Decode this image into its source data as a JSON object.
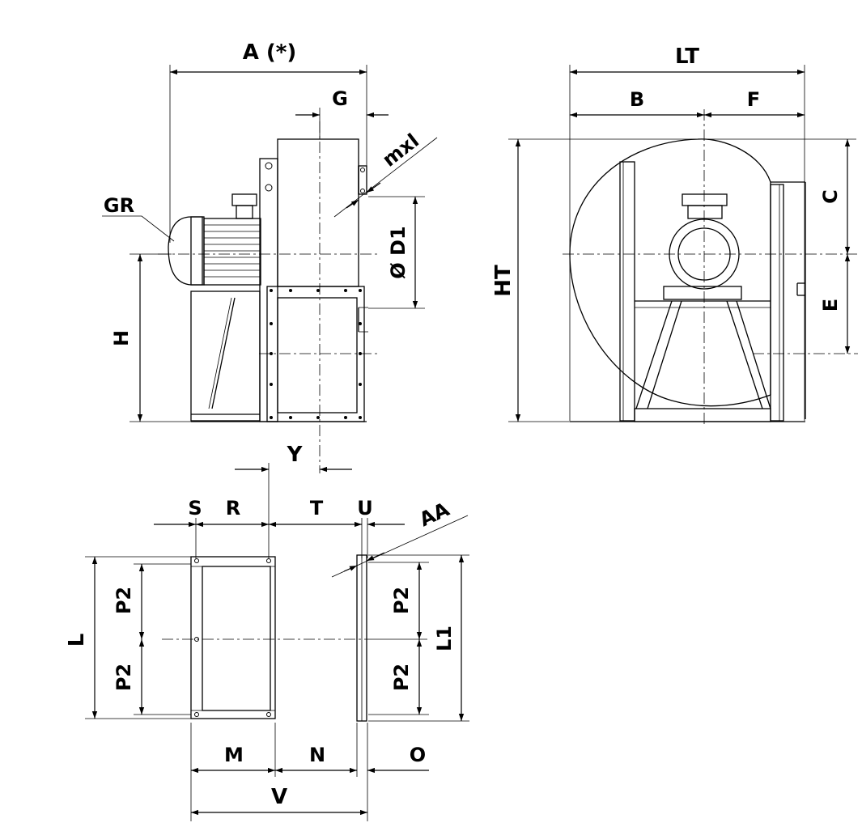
{
  "labels": {
    "A": "A (*)",
    "G": "G",
    "mxl": "mxl",
    "GR": "GR",
    "D1": "Ø D1",
    "H": "H",
    "LT": "LT",
    "B": "B",
    "F": "F",
    "C": "C",
    "HT": "HT",
    "E": "E",
    "Y": "Y",
    "S": "S",
    "R": "R",
    "T": "T",
    "U": "U",
    "AA": "AA",
    "L": "L",
    "P2_left_top": "P2",
    "P2_left_bottom": "P2",
    "P2_right_top": "P2",
    "P2_right_bottom": "P2",
    "L1": "L1",
    "M": "M",
    "N": "N",
    "O": "O",
    "V": "V"
  }
}
